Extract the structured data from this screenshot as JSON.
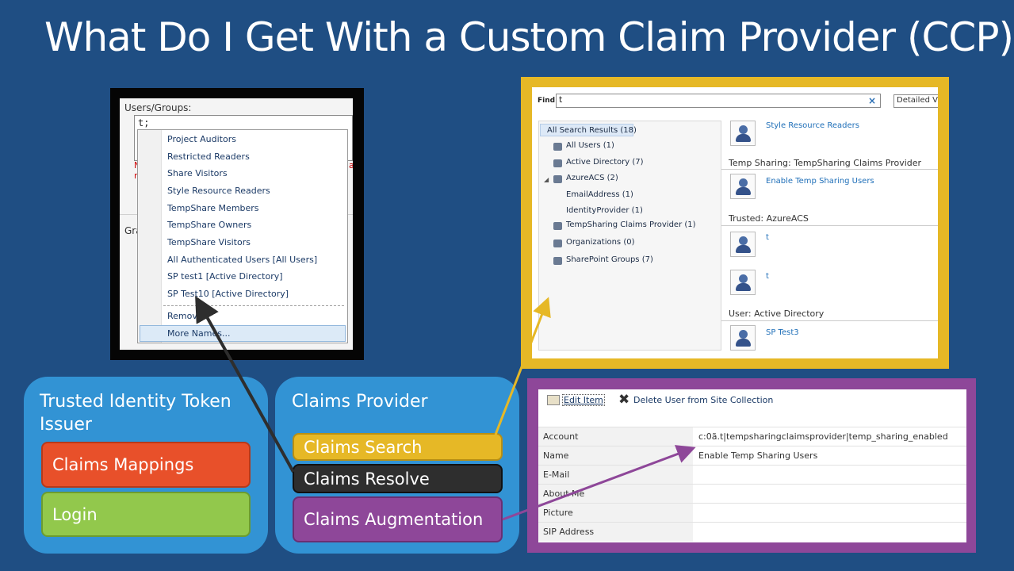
{
  "slide": {
    "title": "What Do I Get With a Custom Claim Provider (CCP)?"
  },
  "picker": {
    "label": "Users/Groups:",
    "input_value": "t;",
    "red_left": "N\nn",
    "red_right": "a",
    "partial_label": "Gra",
    "items": [
      "Project Auditors",
      "Restricted Readers",
      "Share Visitors",
      "Style Resource Readers",
      "TempShare Members",
      "TempShare Owners",
      "TempShare Visitors",
      "All Authenticated Users [All Users]",
      "SP test1 [Active Directory]",
      "SP Test10 [Active Directory]"
    ],
    "remove_label": "Remove",
    "more_label": "More Names..."
  },
  "find": {
    "label": "Find",
    "input_value": "t",
    "clear_glyph": "×",
    "view_label": "Detailed Vi",
    "tree": [
      {
        "label": "All Search Results (18)"
      },
      {
        "label": "All Users (1)"
      },
      {
        "label": "Active Directory (7)"
      },
      {
        "label": "AzureACS (2)"
      },
      {
        "label": "EmailAddress (1)"
      },
      {
        "label": "IdentityProvider (1)"
      },
      {
        "label": "TempSharing Claims Provider (1)"
      },
      {
        "label": "Organizations (0)"
      },
      {
        "label": "SharePoint Groups (7)"
      }
    ],
    "expander_glyph": "◢",
    "results": {
      "r1": "Style Resource Readers",
      "g1": "Temp Sharing: TempSharing Claims Provider",
      "r2": "Enable Temp Sharing Users",
      "g2": "Trusted: AzureACS",
      "r3": "t",
      "r4": "t",
      "g3": "User: Active Directory",
      "r5": "SP Test3"
    }
  },
  "tit_box": {
    "title": "Trusted Identity Token Issuer",
    "mappings": "Claims Mappings",
    "login": "Login"
  },
  "cp_box": {
    "title": "Claims Provider",
    "search": "Claims Search",
    "resolve": "Claims Resolve",
    "augment": "Claims Augmentation"
  },
  "info": {
    "edit_label": "Edit Item",
    "delete_glyph": "✖",
    "delete_label": "Delete User from Site Collection",
    "rows": [
      {
        "label": "Account",
        "value": "c:0ã.t|tempsharingclaimsprovider|temp_sharing_enabled"
      },
      {
        "label": "Name",
        "value": "Enable Temp Sharing Users"
      },
      {
        "label": "E-Mail",
        "value": ""
      },
      {
        "label": "About Me",
        "value": ""
      },
      {
        "label": "Picture",
        "value": ""
      },
      {
        "label": "SIP Address",
        "value": ""
      }
    ]
  },
  "colors": {
    "background": "#1f4e83",
    "box_blue": "#3293d4",
    "mappings": "#e8502a",
    "login": "#92c84c",
    "search": "#e6b826",
    "resolve": "#2e2e2e",
    "augment": "#8e4799"
  }
}
